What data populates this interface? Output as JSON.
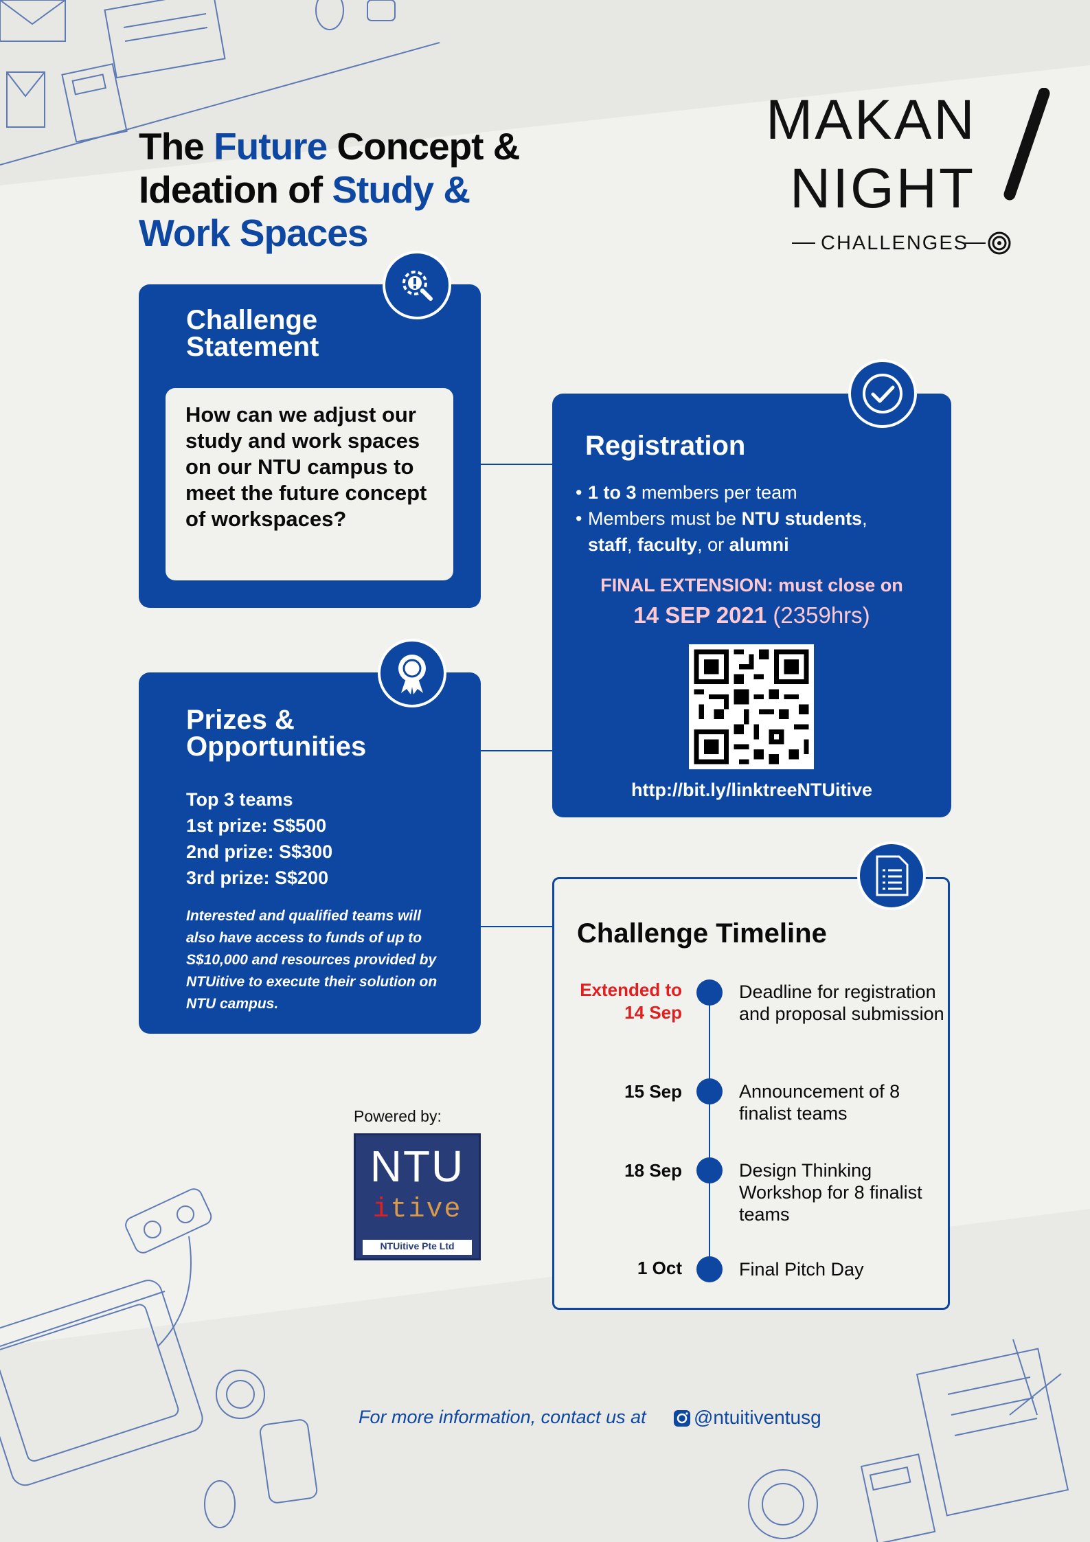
{
  "title": {
    "part1": "The ",
    "highlight1": "Future",
    "part2": " Concept &",
    "part3": "Ideation of ",
    "highlight2": "Study &",
    "highlight3": "Work Spaces"
  },
  "logo": {
    "word1": "MAKAN",
    "word2": "NIGHT",
    "sub": "CHALLENGES"
  },
  "challenge": {
    "heading_line1": "Challenge",
    "heading_line2": "Statement",
    "question": "How can we adjust our study and work spaces on our NTU campus to meet the future concept of workspaces?"
  },
  "registration": {
    "heading": "Registration",
    "bullet1_bold": "1 to 3",
    "bullet1_rest": " members per team",
    "bullet2_a": "Members must be ",
    "bullet2_b": "NTU students",
    "bullet2_c": ",",
    "bullet2_d": "staff",
    "bullet2_e": ", ",
    "bullet2_f": "faculty",
    "bullet2_g": ", or ",
    "bullet2_h": "alumni",
    "extension_label": "FINAL EXTENSION: must close on",
    "extension_date": "14 SEP 2021",
    "extension_time": "(2359hrs)",
    "link": "http://bit.ly/linktreeNTUitive"
  },
  "prizes": {
    "heading_line1": "Prizes &",
    "heading_line2": "Opportunities",
    "items": [
      "Top 3 teams",
      "1st prize: S$500",
      "2nd prize: S$300",
      "3rd prize: S$200"
    ],
    "note": "Interested and qualified teams will also have access to funds of up to S$10,000 and resources provided by NTUitive to execute their solution on NTU campus."
  },
  "timeline": {
    "heading": "Challenge Timeline",
    "events": [
      {
        "date": "Extended to 14 Sep",
        "desc": "Deadline for registration and proposal submission"
      },
      {
        "date": "15 Sep",
        "desc": "Announcement of 8 finalist teams"
      },
      {
        "date": "18 Sep",
        "desc": "Design Thinking Workshop for 8 finalist teams"
      },
      {
        "date": "1 Oct",
        "desc": "Final Pitch Day"
      }
    ]
  },
  "powered": {
    "label": "Powered by:",
    "logo_top": "NTU",
    "logo_i": "i",
    "logo_rest": "tive",
    "logo_sub": "NTUitive Pte Ltd"
  },
  "footer": {
    "text": "For more information, contact us at",
    "handle": "@ntuitiventusg"
  },
  "colors": {
    "brand_blue": "#0d47a1",
    "background": "#f1f1ee",
    "extended_red": "#e02020",
    "extension_pink": "#ffc9d2"
  }
}
